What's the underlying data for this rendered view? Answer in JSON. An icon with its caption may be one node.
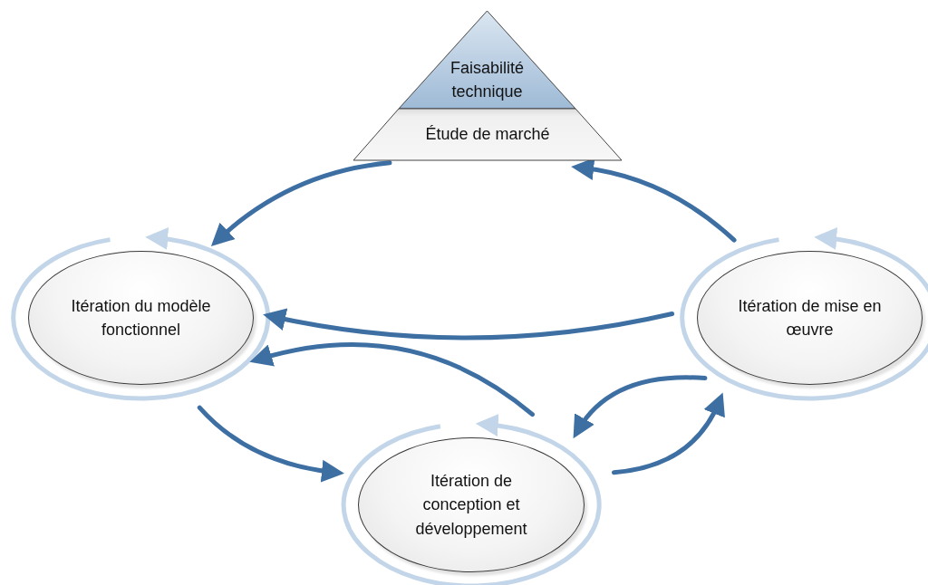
{
  "diagram": {
    "nodes": [
      {
        "text": [
          "Faisabilité technique"
        ]
      },
      {
        "text": [
          "Étude de marché"
        ]
      },
      {
        "text": [
          "Itération du modèle fonctionnel"
        ]
      },
      {
        "text": [
          "Itération de mise en œuvre"
        ]
      },
      {
        "text": [
          "Itération de conception et développement"
        ]
      }
    ],
    "edges": [
      {
        "from": 1,
        "to": 2,
        "arrow": "to"
      },
      {
        "from": 3,
        "to": 1,
        "arrow": "to"
      },
      {
        "from": 3,
        "to": 2,
        "arrow": "to"
      },
      {
        "from": 4,
        "to": 2,
        "arrow": "to"
      },
      {
        "from": 2,
        "to": 4,
        "arrow": "to"
      },
      {
        "from": 3,
        "to": 4,
        "arrow": "to"
      },
      {
        "from": 4,
        "to": 3,
        "arrow": "to"
      }
    ]
  }
}
